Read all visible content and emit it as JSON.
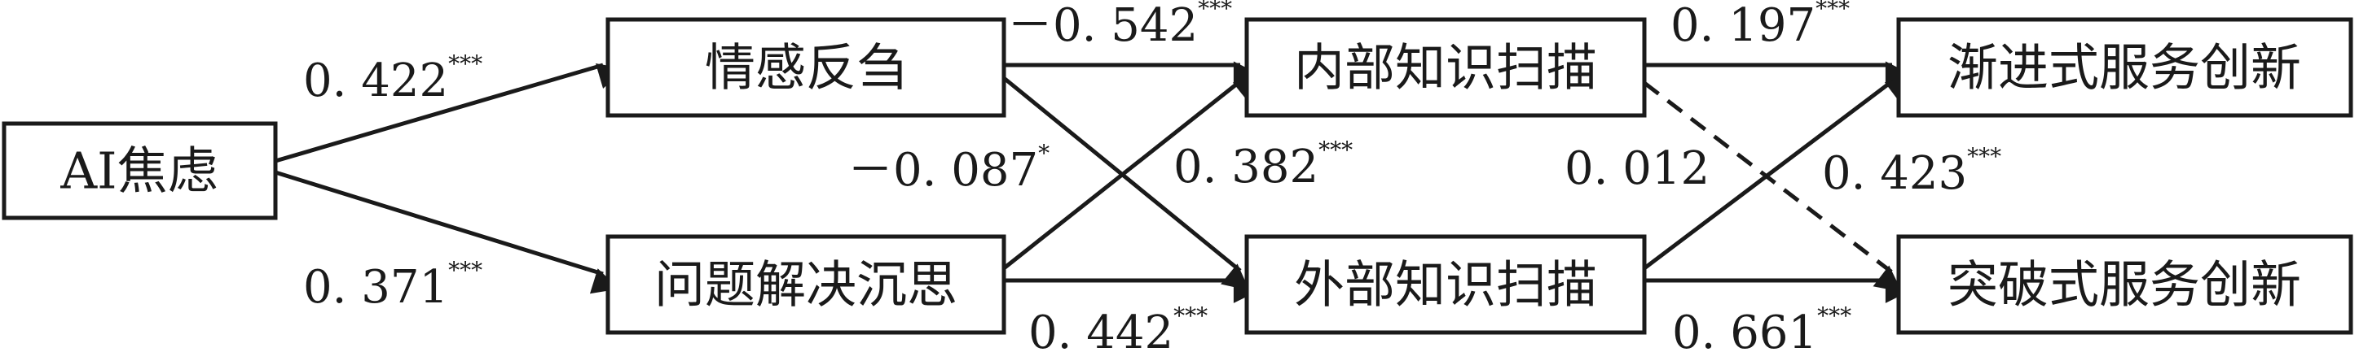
{
  "nodes": {
    "ai_anxiety": "AI焦虑",
    "affective_rumination": "情感反刍",
    "problem_solving_pondering": "问题解决沉思",
    "internal_knowledge_scanning": "内部知识扫描",
    "external_knowledge_scanning": "外部知识扫描",
    "incremental_service_innovation": "渐进式服务创新",
    "radical_service_innovation": "突破式服务创新"
  },
  "paths": {
    "ai_to_affective": {
      "value": "0. 422",
      "sig": "***"
    },
    "ai_to_problem": {
      "value": "0. 371",
      "sig": "***"
    },
    "affective_to_internal": {
      "value": "－0. 542",
      "sig": "***"
    },
    "affective_to_external": {
      "value": "－0. 087",
      "sig": "*"
    },
    "problem_to_internal": {
      "value": "0. 382",
      "sig": "***"
    },
    "problem_to_external": {
      "value": "0. 442",
      "sig": "***"
    },
    "internal_to_incremental": {
      "value": "0. 197",
      "sig": "***"
    },
    "internal_to_radical": {
      "value": "0. 012",
      "sig": ""
    },
    "external_to_incremental": {
      "value": "0. 423",
      "sig": "***"
    },
    "external_to_radical": {
      "value": "0. 661",
      "sig": "***"
    }
  }
}
